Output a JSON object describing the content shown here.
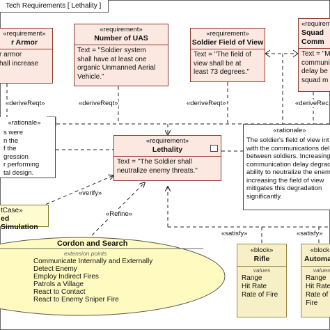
{
  "frame": {
    "title": "Tech Requirements [ Lethality ]"
  },
  "requirements": {
    "body_armor": {
      "stereo": "«requirement»",
      "name": "r Armor",
      "text": "r armor\nhall increase"
    },
    "number_uas": {
      "stereo": "«requirement»",
      "name": "Number of UAS",
      "text": "Text = \"Soldier system\nshall have at least one\norganic Unmanned Aerial\nVehicle.\""
    },
    "field_of_view": {
      "stereo": "«requirement»",
      "name": "Soldier Field of View",
      "text": "Text = \"The field of\nview shall be at\nleast 73 degrees.\""
    },
    "squad_comm": {
      "stereo": "«requirement»",
      "name": "Squad\nComm",
      "text": "Text = \"M\ncommunic\ndelay be\nsquad m"
    },
    "lethality": {
      "stereo": "«requirement»",
      "name": "Lethality",
      "text": "Text = \"The Soldier shall\nneutralize enemy threats.\""
    }
  },
  "notes": {
    "left": {
      "stereo": "«rationale»",
      "text": "s were\nn the\nf the\ngression\nr performing\ntal design."
    },
    "right": {
      "stereo": "«rationale»",
      "text": "The soldier's field of view int\nwith the communications del\nbetween soldiers. Increasing\ncommunication delay degrad\nability to neutralize the enem\nincreasing the field of view\nmitigates this degradation\nsignificantly."
    }
  },
  "testcase": {
    "stereo": "tCase»",
    "name": "ed Simulation"
  },
  "usecase": {
    "name": "Cordon and Search",
    "section": "extension points",
    "items": [
      "Communicate Internally and Externally",
      "Detect Enemy",
      "Employ Indirect Fires",
      "Patrols a Village",
      "React to Contact",
      "React to Enemy Sniper Fire"
    ]
  },
  "blocks": {
    "rifle": {
      "stereo": "«block»",
      "name": "Rifle",
      "section": "values",
      "items": [
        "Range",
        "Hit Rate",
        "Rate of Fire"
      ]
    },
    "automatic": {
      "stereo": "«block»",
      "name": "Automa",
      "section": "values",
      "items": [
        "Range",
        "Hit Rate",
        "Rate of Fire"
      ]
    }
  },
  "labels": {
    "derive1": "«deriveReqt»",
    "derive2": "«deriveReqt»",
    "derive3": "«deriveReqt»",
    "derive4": "«deriveRec",
    "verify": "«verify»",
    "refine": "«Refine»",
    "satisfy1": "«satisfy»",
    "satisfy2": "«satisfy»"
  },
  "colors": {
    "requirement_fill": "#fbe8e0",
    "requirement_border": "#8a3a2e",
    "block_fill": "#f7efc6",
    "usecase_fill": "#fffbc0"
  }
}
